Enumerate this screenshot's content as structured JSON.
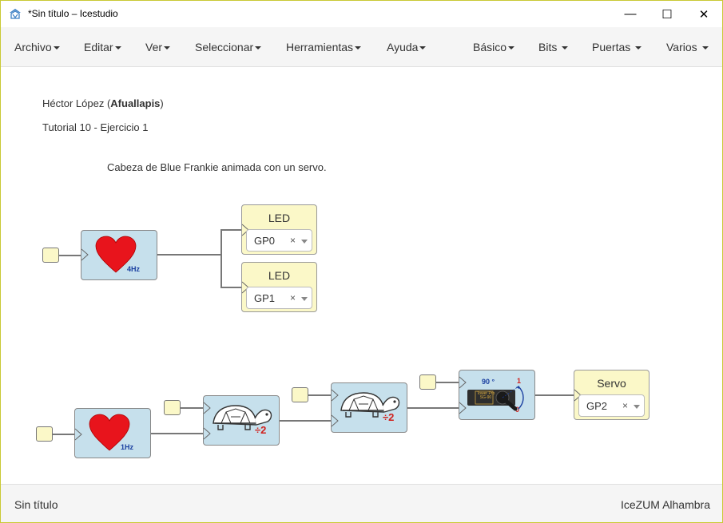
{
  "window": {
    "title": "*Sin título – Icestudio",
    "minimize_glyph": "—",
    "maximize_glyph": "☐",
    "close_glyph": "✕"
  },
  "menu": {
    "left": [
      "Archivo",
      "Editar",
      "Ver",
      "Seleccionar",
      "Herramientas",
      "Ayuda"
    ],
    "right": [
      "Básico",
      "Bits",
      "Puertas",
      "Varios"
    ]
  },
  "info": {
    "author_name": "Héctor López",
    "author_nick": "Afuallapis",
    "tutorial": "Tutorial 10 - Ejercicio 1",
    "description": "Cabeza de Blue Frankie animada con un servo."
  },
  "blocks": {
    "heart_top_freq": "4Hz",
    "heart_bottom_freq": "1Hz",
    "divider_label": "÷2",
    "servo_angle": "90 °",
    "servo_one": "1",
    "servo_zero": "0",
    "servo_chip_text": "Tower Pro SG-90"
  },
  "outputs": {
    "led1": {
      "label": "LED",
      "value": "GP0"
    },
    "led2": {
      "label": "LED",
      "value": "GP1"
    },
    "servo": {
      "label": "Servo",
      "value": "GP2"
    },
    "clear_glyph": "×"
  },
  "status": {
    "left": "Sin título",
    "right": "IceZUM Alhambra"
  },
  "colors": {
    "block_blue": "#c6e0ec",
    "io_yellow": "#fbf8c8",
    "heart_red": "#e8141c",
    "window_border": "#c9c934"
  }
}
